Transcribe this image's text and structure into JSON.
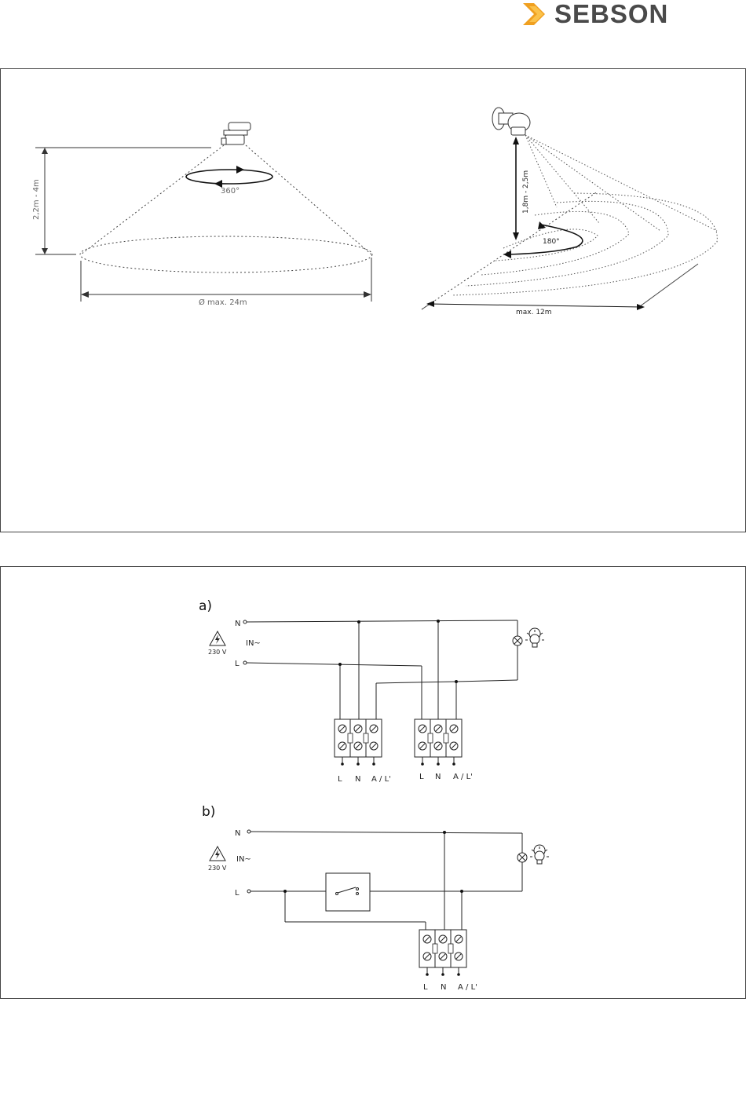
{
  "brand": {
    "name": "SEBSON",
    "accent": "#f0a020"
  },
  "ceiling_diagram": {
    "height_label": "2,2m - 4m",
    "angle_label": "360°",
    "diameter_label": "Ø max. 24m"
  },
  "wall_diagram": {
    "height_label": "1,8m - 2,5m",
    "angle_label": "180°",
    "range_label": "max. 12m"
  },
  "wiring_a": {
    "title": "a)",
    "n_label": "N",
    "l_label": "L",
    "input_label": "IN~",
    "voltage_label": "230 V",
    "terminals_1": [
      "L",
      "N",
      "A / L'"
    ],
    "terminals_2": [
      "L",
      "N",
      "A / L'"
    ]
  },
  "wiring_b": {
    "title": "b)",
    "n_label": "N",
    "l_label": "L",
    "input_label": "IN~",
    "voltage_label": "230 V",
    "terminals": [
      "L",
      "N",
      "A / L'"
    ]
  }
}
